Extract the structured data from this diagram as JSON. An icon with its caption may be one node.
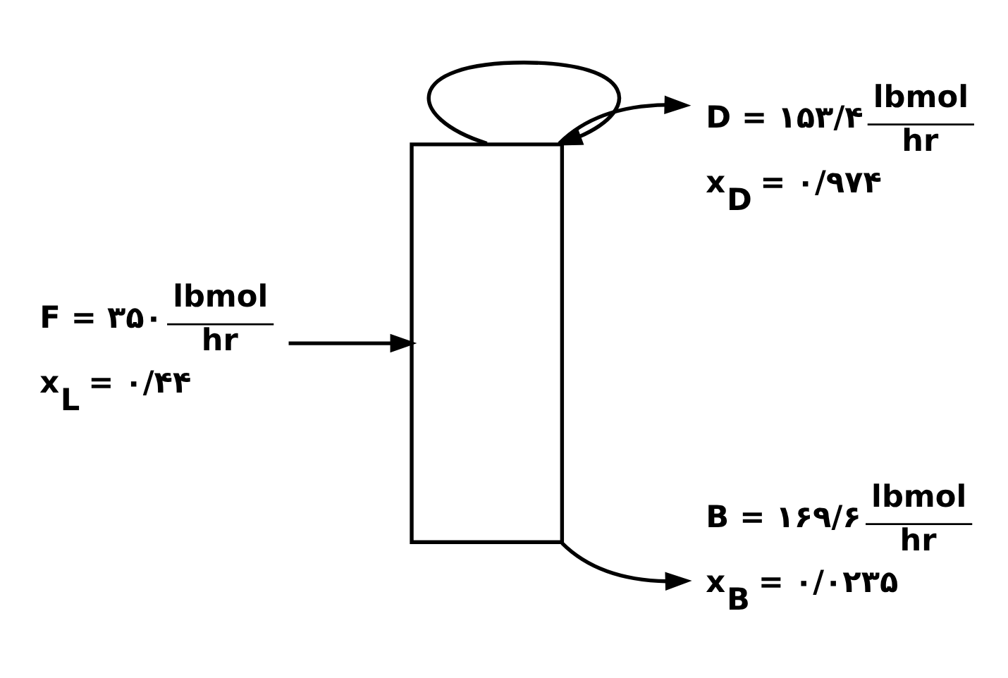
{
  "diagram": {
    "nodes": [
      {
        "text": [
          "F = ۳۵۰",
          "lbmol",
          "hr",
          "x$_{L}$ = ۰/۴۴"
        ]
      },
      {
        "text": [],
        "shape": "box"
      },
      {
        "text": [
          "D = ۱۵۳/۴",
          "lbmol",
          "hr",
          "x$_{D}$ = ۰/۹۷۴"
        ]
      },
      {
        "text": [
          "B = ۱۶۹/۶",
          "lbmol",
          "hr",
          "x$_{B}$ = ۰/۰۲۳۵"
        ]
      }
    ],
    "edges": [
      {
        "from": 0,
        "to": 1,
        "arrow": "to"
      },
      {
        "from": 1,
        "to": 2,
        "arrow": "to"
      },
      {
        "from": 1,
        "to": 1,
        "arrow": "to"
      },
      {
        "from": 1,
        "to": 3,
        "arrow": "to"
      }
    ]
  }
}
